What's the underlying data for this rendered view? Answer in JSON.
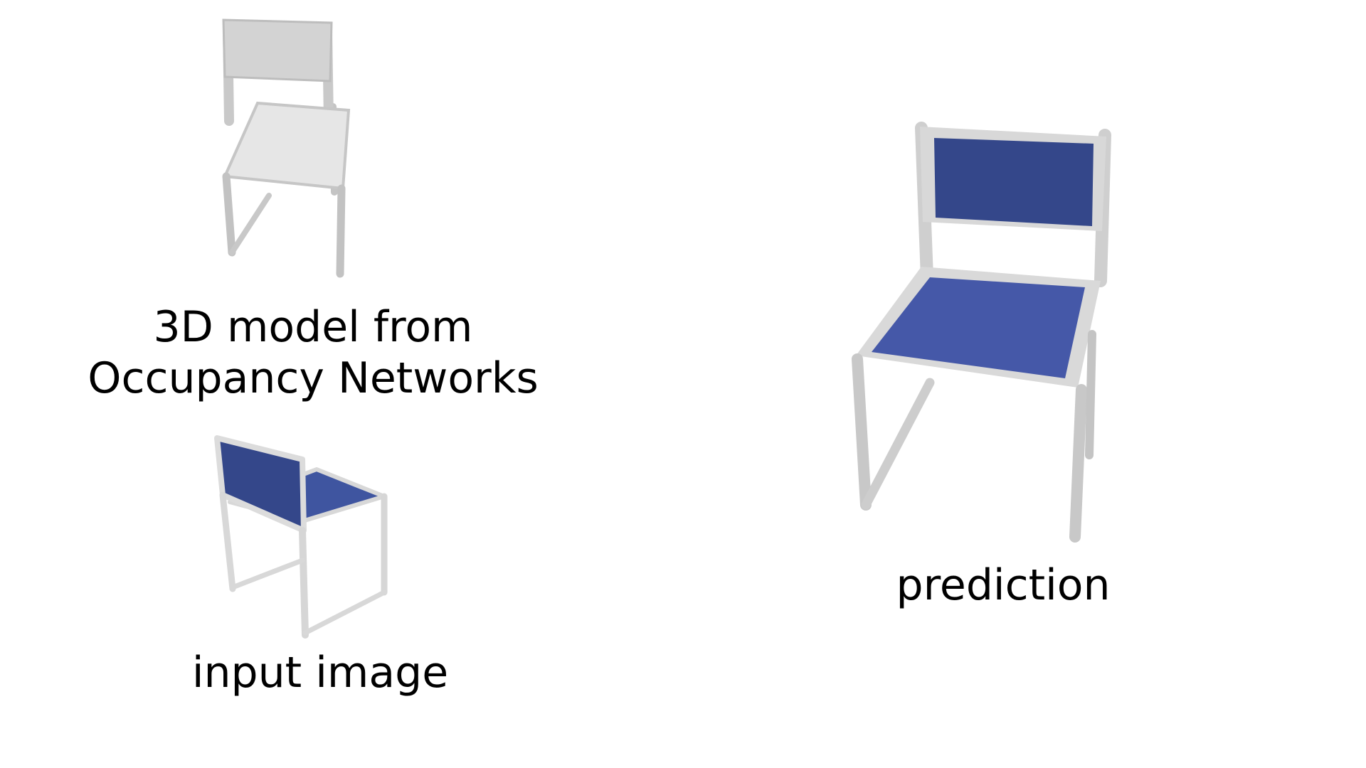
{
  "captions": {
    "model_line1": "3D model from",
    "model_line2": "Occupancy Networks",
    "input": "input image",
    "prediction": "prediction"
  },
  "figures": {
    "model": "grey-chair-render",
    "input": "blue-chair-photo",
    "prediction": "blue-chair-prediction-render"
  },
  "colors": {
    "background": "#ffffff",
    "chair_grey": "#d9d9d9",
    "chair_grey_dark": "#b8b8b8",
    "fabric_blue": "#3f55a0",
    "fabric_blue_dark": "#34478a",
    "text": "#000000"
  }
}
